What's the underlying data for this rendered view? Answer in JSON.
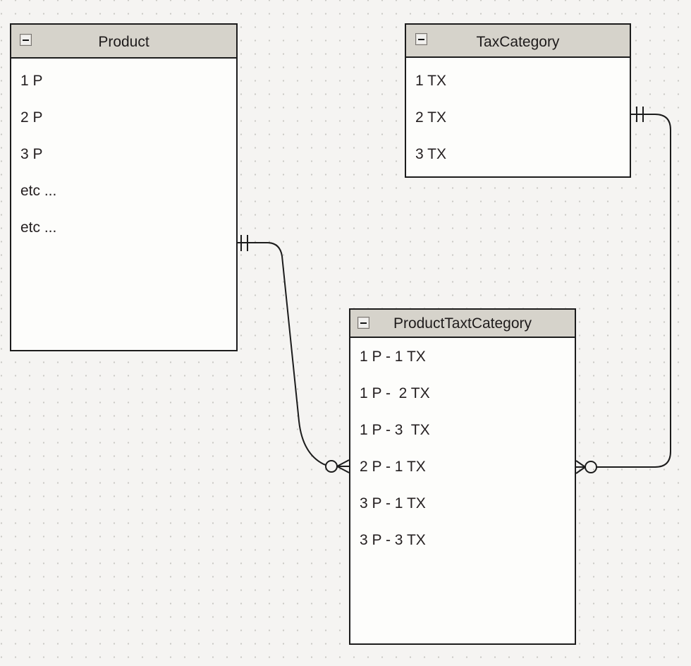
{
  "canvas": {
    "background_color": "#f5f4f2",
    "dot_color": "#c9c8c4",
    "table_border_color": "#1c1c1c",
    "header_background_color": "#d6d3cb",
    "body_background_color": "#fdfdfb",
    "line_color": "#1c1c1c"
  },
  "tables": [
    {
      "title": "Product",
      "collapse_icon": "minus-icon",
      "rows": [
        "1 P",
        "2 P",
        "3 P",
        "etc ...",
        "etc ..."
      ]
    },
    {
      "title": "TaxCategory",
      "collapse_icon": "minus-icon",
      "rows": [
        "1 TX",
        "2 TX",
        "3 TX"
      ]
    },
    {
      "title": "ProductTaxtCategory",
      "collapse_icon": "minus-icon",
      "rows": [
        "1 P - 1 TX",
        "1 P -  2 TX",
        "1 P - 3  TX",
        "2 P - 1 TX",
        "3 P - 1 TX",
        "3 P - 3 TX"
      ]
    }
  ],
  "relationships": [
    {
      "from": "Product",
      "to": "ProductTaxtCategory",
      "from_cardinality": "one-and-only-one",
      "to_cardinality": "zero-or-many"
    },
    {
      "from": "TaxCategory",
      "to": "ProductTaxtCategory",
      "from_cardinality": "one-and-only-one",
      "to_cardinality": "zero-or-many"
    }
  ]
}
